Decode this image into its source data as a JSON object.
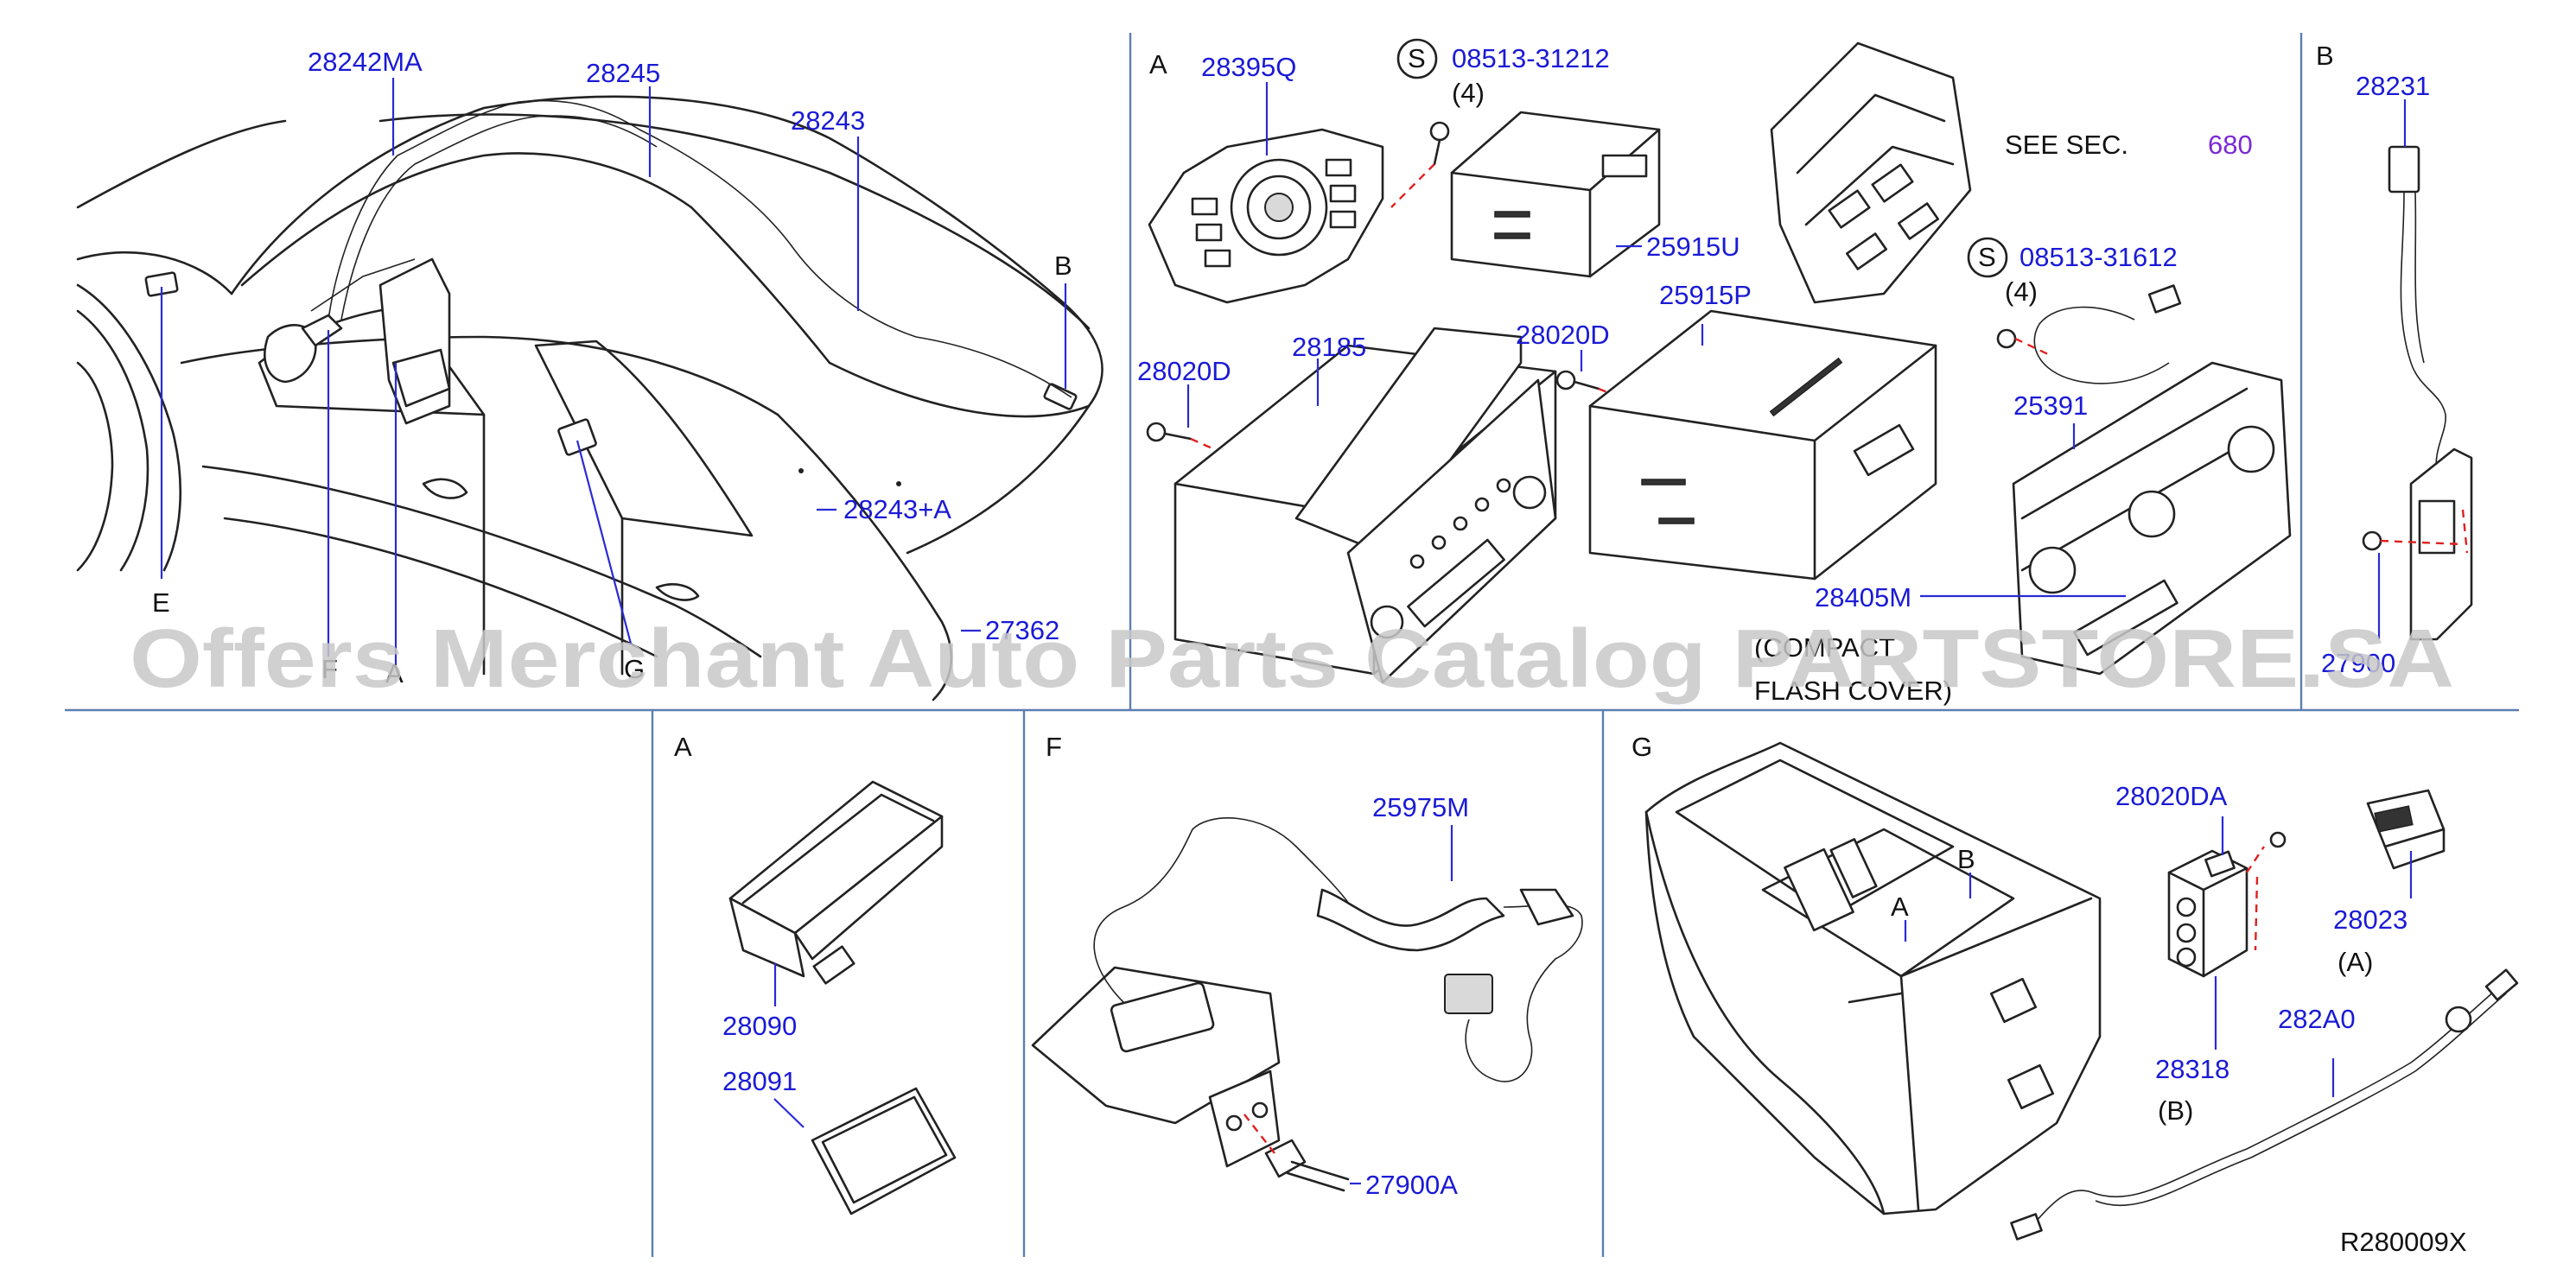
{
  "diagram": {
    "parts": {
      "p28242MA": "28242MA",
      "p28245": "28245",
      "p28243": "28243",
      "p28243A": "28243+A",
      "p27362": "27362",
      "p28395Q": "28395Q",
      "p0851331212": "08513-31212",
      "p25915U": "25915U",
      "p28185": "28185",
      "p28020D_a": "28020D",
      "p28020D_b": "28020D",
      "p25915P": "25915P",
      "p0851331612": "08513-31612",
      "p25391": "25391",
      "p28405M": "28405M",
      "p28231": "28231",
      "p27900": "27900",
      "p28090": "28090",
      "p28091": "28091",
      "p25975M": "25975M",
      "p27900A": "27900A",
      "p28020DA": "28020DA",
      "p28023": "28023",
      "p28318": "28318",
      "p282A0": "282A0"
    },
    "labels": {
      "E": "E",
      "F": "F",
      "A": "A",
      "G": "G",
      "B": "B",
      "qty4": "(4)",
      "see_sec": "SEE  SEC.",
      "sec_num": "680",
      "compact": "(COMPACT",
      "flash_cover": "FLASH  COVER)",
      "paren_a": "(A)",
      "paren_b": "(B)",
      "s_mark": "S",
      "ref_code": "R280009X"
    },
    "watermark": "Offers Merchant Auto Parts Catalog PARTSTORE.SA"
  }
}
